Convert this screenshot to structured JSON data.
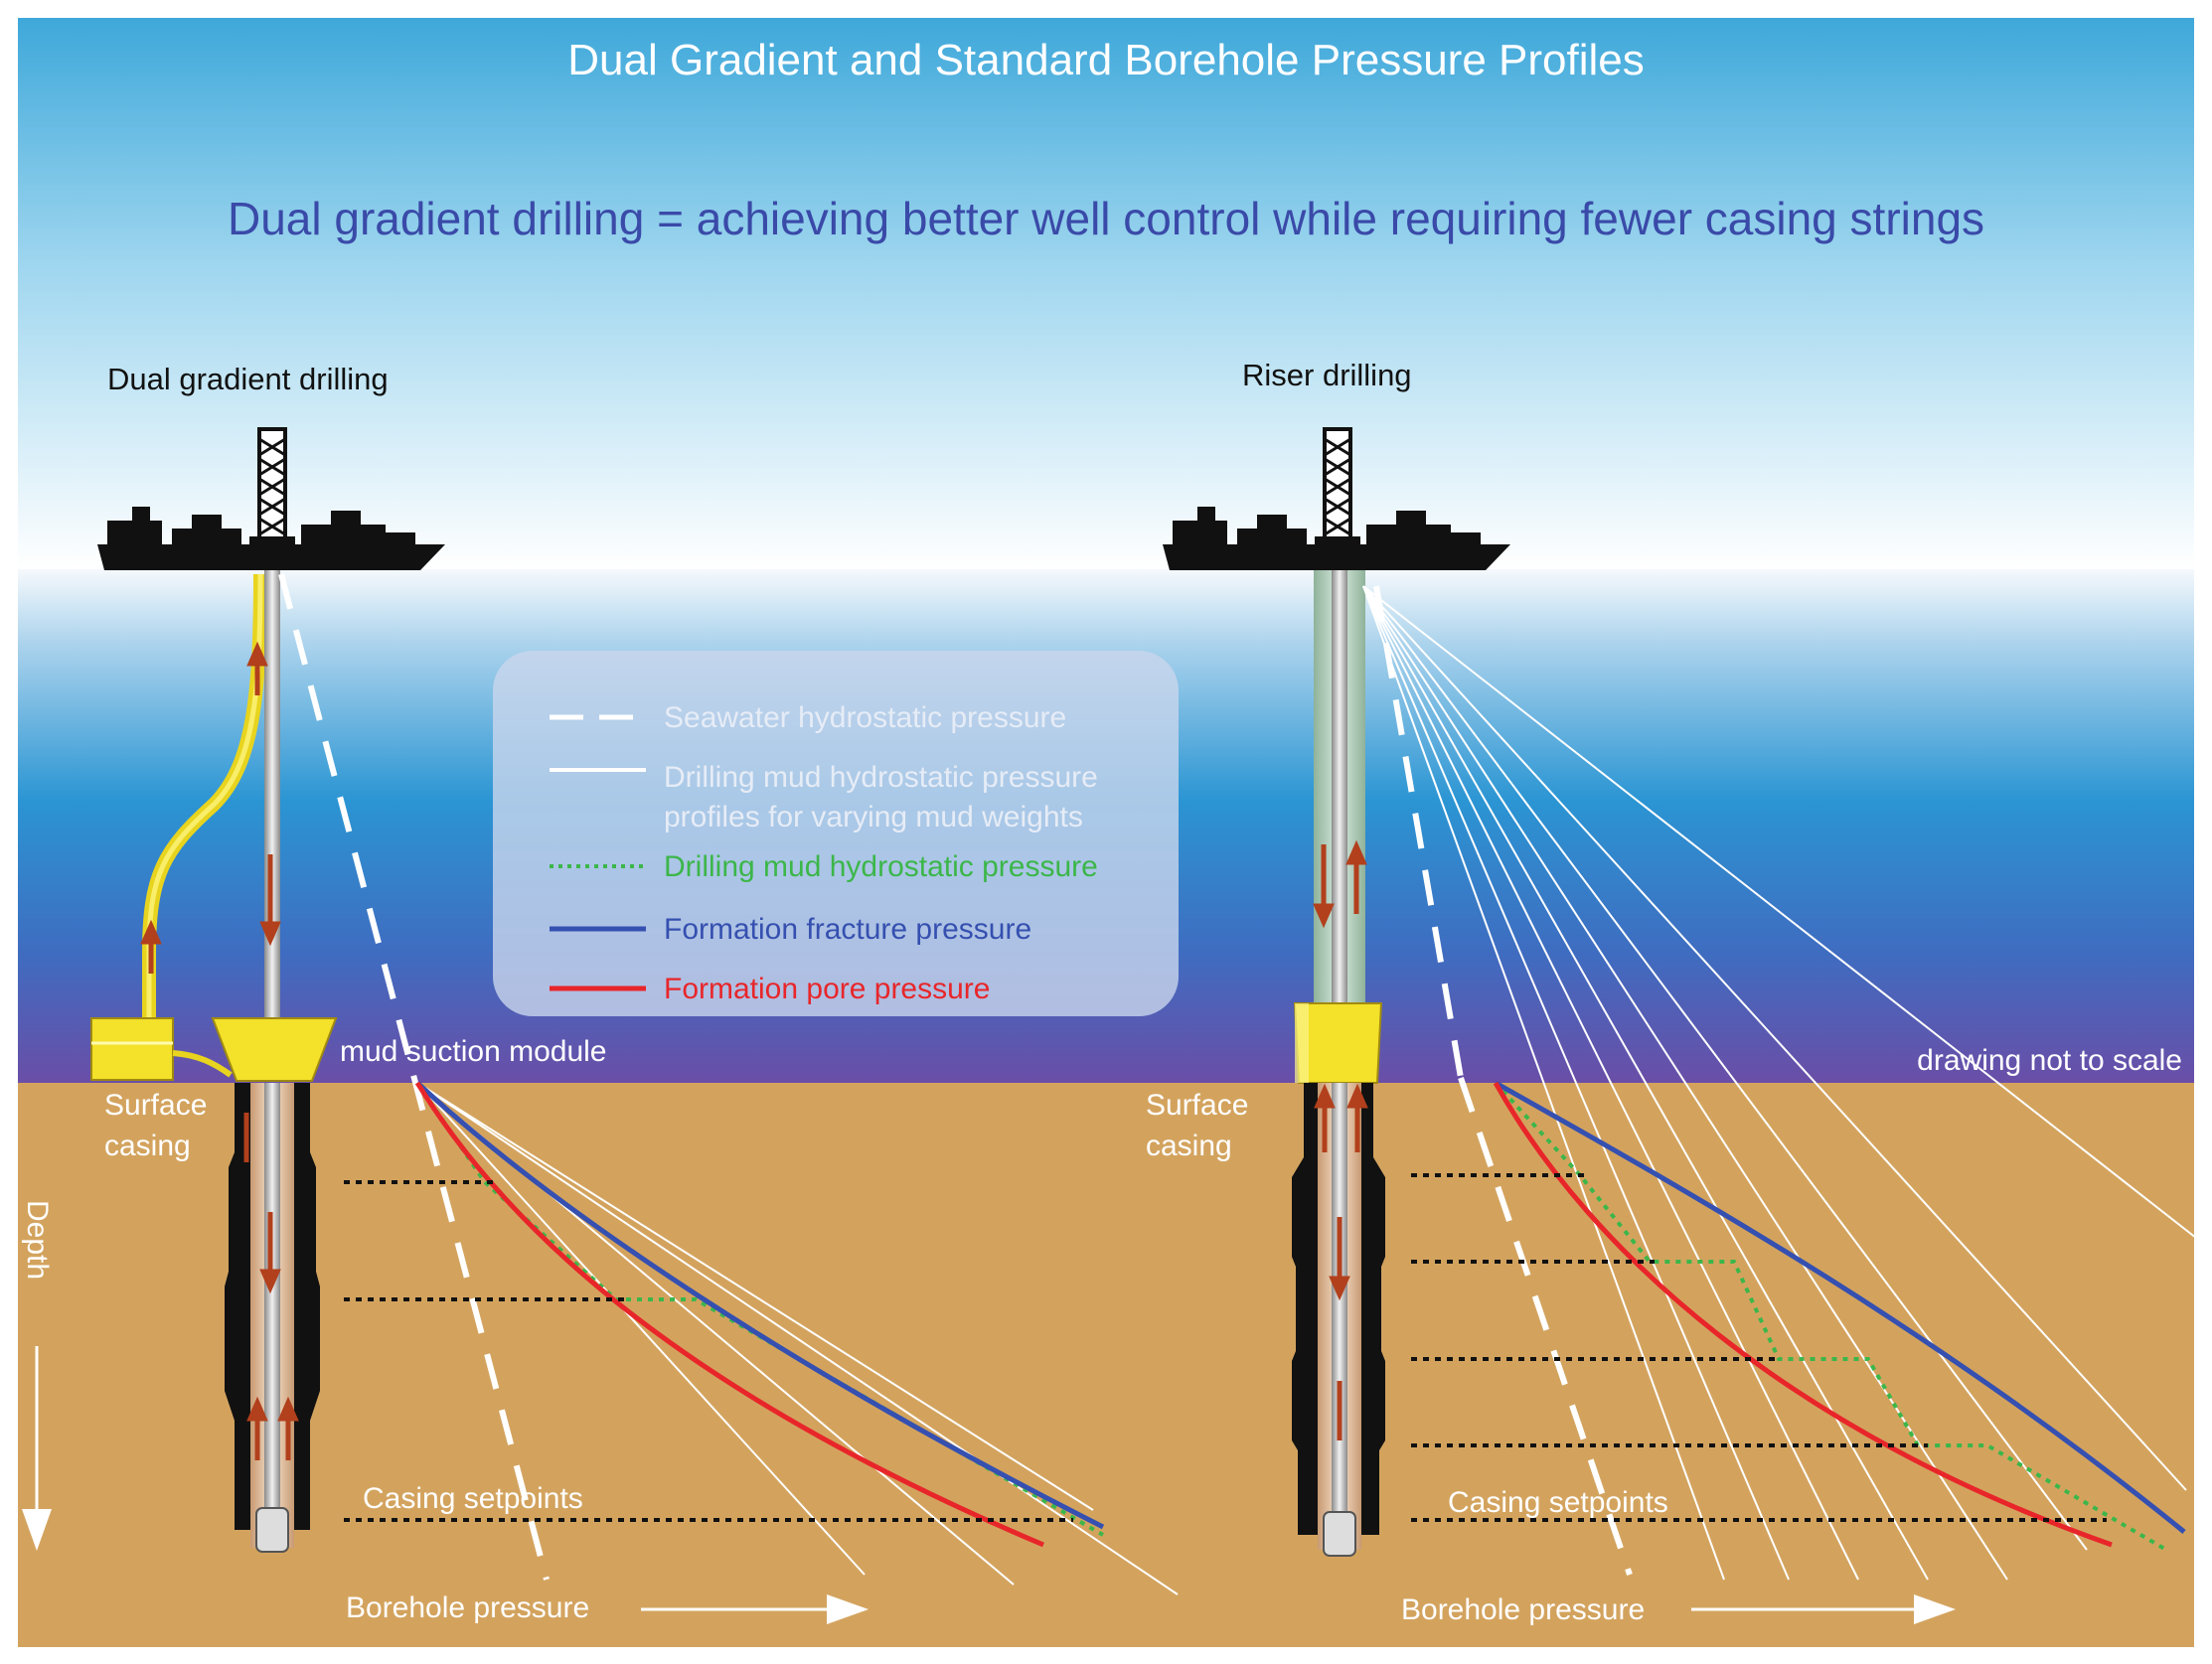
{
  "title": "Dual Gradient and Standard Borehole Pressure Profiles",
  "subtitle": "Dual gradient drilling = achieving better well control while requiring fewer casing strings",
  "left_panel": {
    "label": "Dual gradient drilling",
    "module_label": "mud suction module",
    "surface_casing_line1": "Surface",
    "surface_casing_line2": "casing",
    "casing_setpoints_label": "Casing setpoints",
    "xlabel": "Borehole pressure"
  },
  "right_panel": {
    "label": "Riser drilling",
    "surface_casing_line1": "Surface",
    "surface_casing_line2": "casing",
    "casing_setpoints_label": "Casing setpoints",
    "xlabel": "Borehole pressure"
  },
  "depth_label": "Depth",
  "scale_note": "drawing not to scale",
  "legend": {
    "items": [
      {
        "label_lines": [
          "Seawater hydrostatic pressure"
        ],
        "style": "dashed",
        "color": "#ffffff",
        "text_color": "#e6ecf6"
      },
      {
        "label_lines": [
          "Drilling mud hydrostatic pressure",
          "profiles for varying mud weights"
        ],
        "style": "solid",
        "color": "#ffffff",
        "text_color": "#e6ecf6"
      },
      {
        "label_lines": [
          "Drilling mud hydrostatic pressure"
        ],
        "style": "dotted",
        "color": "#3cb64a",
        "text_color": "#3cb64a"
      },
      {
        "label_lines": [
          "Formation fracture pressure"
        ],
        "style": "solid",
        "color": "#3550b0",
        "text_color": "#3550b0"
      },
      {
        "label_lines": [
          "Formation pore pressure"
        ],
        "style": "solid",
        "color": "#e8262a",
        "text_color": "#e8262a"
      }
    ]
  },
  "colors": {
    "sky_top": "#3aa6d8",
    "sky_bottom": "#ffffff",
    "sea_top": "#eef5fb",
    "sea_mid": "#2492d2",
    "sea_bottom": "#6a4fa8",
    "seabed": "#d3a35e",
    "title_text": "#ffffff",
    "subtitle_text": "#3a4aa8",
    "riser_yellow": "#f3e12a"
  }
}
